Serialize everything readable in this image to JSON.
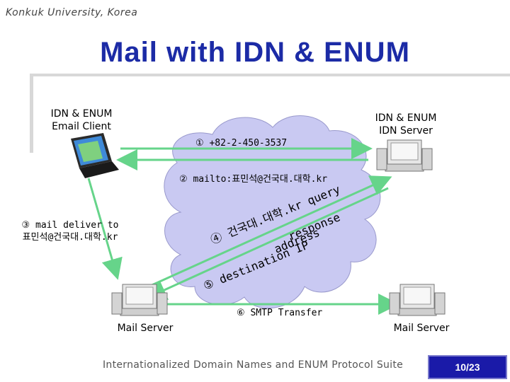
{
  "header": {
    "institution": "Konkuk University, Korea"
  },
  "slide": {
    "title": "Mail with IDN & ENUM"
  },
  "nodes": {
    "client": {
      "line1": "IDN & ENUM",
      "line2": "Email Client"
    },
    "server": {
      "line1": "IDN & ENUM",
      "line2": "IDN Server"
    },
    "mail_server_left": "Mail Server",
    "mail_server_right": "Mail Server"
  },
  "steps": {
    "step1": "① +82-2-450-3537",
    "step2": "② mailto:표민석@건국대.대학.kr",
    "step3_line1": "③ mail deliver to",
    "step3_line2": "표민석@건국대.대학.kr",
    "step4a": "④ 건국대.대학.kr query",
    "step4b": "response",
    "step5a": "⑤ destination IP",
    "step5b": "address",
    "step6": "⑥ SMTP Transfer"
  },
  "footer": {
    "text": "Internationalized Domain Names and ENUM Protocol Suite",
    "page": "10/23"
  },
  "colors": {
    "title": "#1c2ba6",
    "cloud": "#c9c9f2",
    "arrow": "#66d48a",
    "badge": "#1a1aa8"
  }
}
